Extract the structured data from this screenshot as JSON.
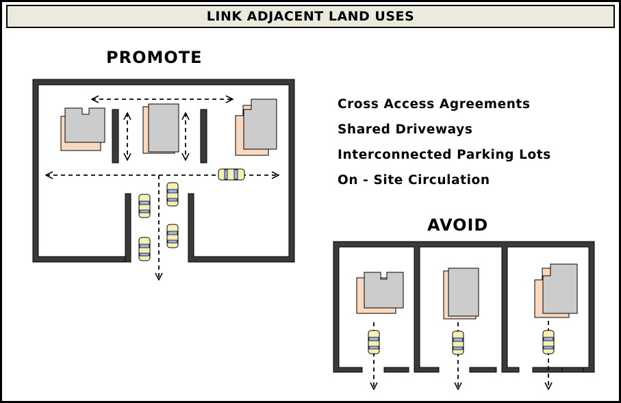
{
  "header": {
    "title": "LINK ADJACENT LAND USES"
  },
  "promote": {
    "heading": "PROMOTE"
  },
  "avoid": {
    "heading": "AVOID"
  },
  "benefits": [
    "Cross Access Agreements",
    "Shared Driveways",
    "Interconnected Parking Lots",
    "On - Site Circulation"
  ],
  "colors": {
    "wall": "#3A3A3A",
    "building_roof": "#CCCCCC",
    "building_shadow": "#F8D9BF",
    "car_body": "#F6EFB8",
    "car_glass": "#9FB6DF",
    "header_bg": "#ECE9DF"
  },
  "icons": [
    "building-icon",
    "car-icon",
    "arrow-icon"
  ]
}
